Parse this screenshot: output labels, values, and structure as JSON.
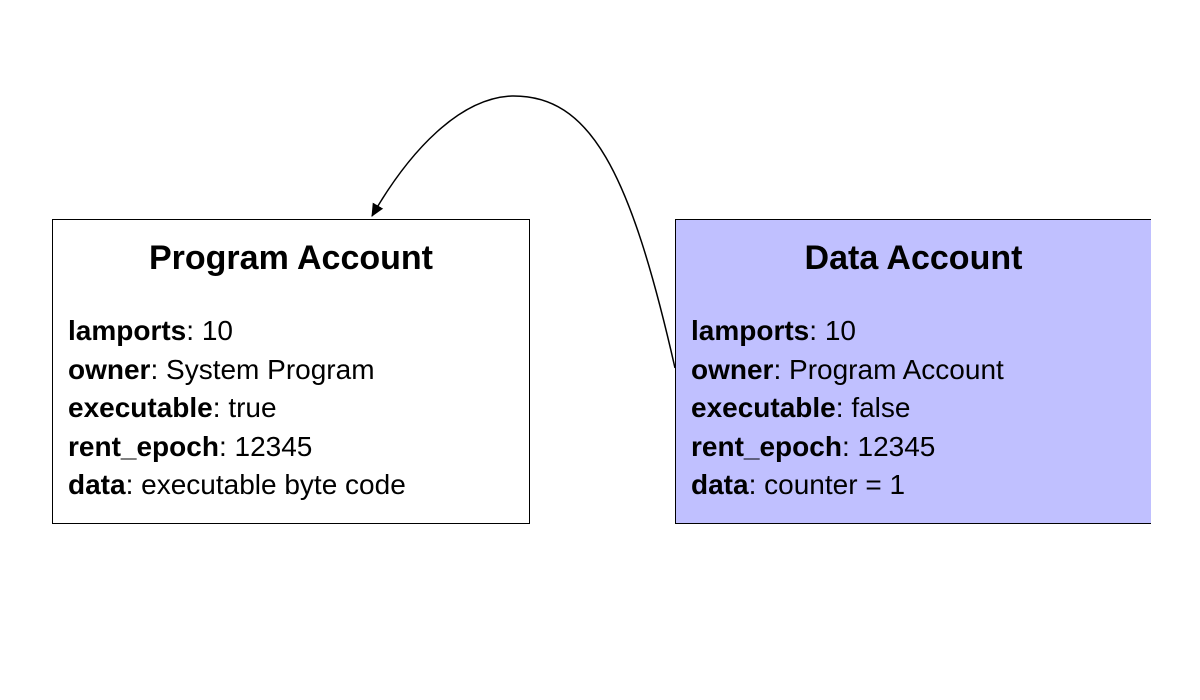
{
  "program_account": {
    "title": "Program Account",
    "fields": [
      {
        "key": "lamports",
        "value": "10"
      },
      {
        "key": "owner",
        "value": "System Program"
      },
      {
        "key": "executable",
        "value": "true"
      },
      {
        "key": "rent_epoch",
        "value": "12345"
      },
      {
        "key": "data",
        "value": "executable byte code"
      }
    ]
  },
  "data_account": {
    "title": "Data Account",
    "fill_color": "#c0c0ff",
    "fields": [
      {
        "key": "lamports",
        "value": "10"
      },
      {
        "key": "owner",
        "value": "Program Account"
      },
      {
        "key": "executable",
        "value": "false"
      },
      {
        "key": "rent_epoch",
        "value": "12345"
      },
      {
        "key": "data",
        "value": "counter = 1"
      }
    ]
  },
  "connector": {
    "from": "data_account",
    "to": "program_account"
  },
  "separator": ": "
}
